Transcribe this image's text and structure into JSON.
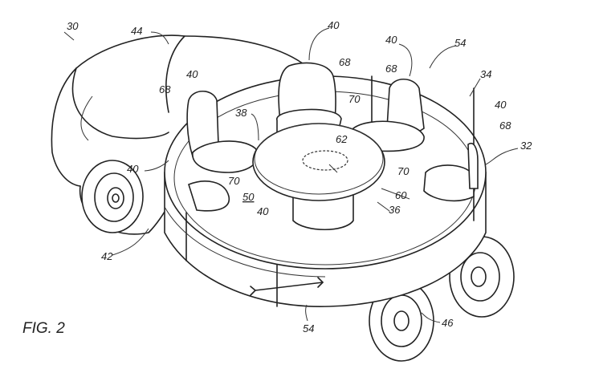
{
  "figure_label": "FIG. 2",
  "reference_numerals": {
    "vehicle_system": "30",
    "vehicle": "44",
    "seat_top_center": "40",
    "seat_top_right": "40",
    "wall_top": "54",
    "seat_left": "40",
    "seatback_left": "68",
    "seatback_center": "68",
    "seatback_right": "68",
    "enclosure": "34",
    "seat_far_right": "40",
    "track": "38",
    "rail_top": "70",
    "seatback_far_right": "68",
    "display": "62",
    "outer_wall": "32",
    "seat_far_left": "40",
    "rail_right": "70",
    "rail_left": "70",
    "floor": "50",
    "table_top": "60",
    "seat_bottom": "40",
    "table": "36",
    "rear": "42",
    "wall_bottom": "54",
    "wheels": "46"
  }
}
